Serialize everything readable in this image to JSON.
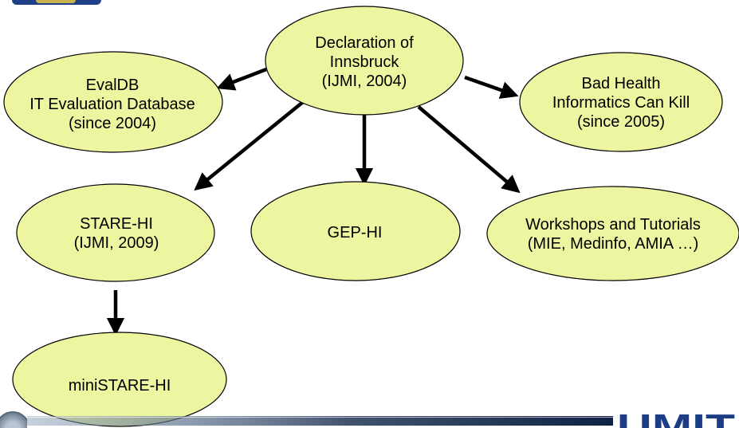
{
  "nodes": {
    "center": [
      "Declaration of",
      "Innsbruck",
      "(IJMI, 2004)"
    ],
    "evaldb": [
      "EvalDB",
      "IT Evaluation Database",
      "(since 2004)"
    ],
    "badhealth": [
      "Bad Health",
      "Informatics Can Kill",
      "(since 2005)"
    ],
    "stare": [
      "STARE-HI",
      "(IJMI, 2009)"
    ],
    "gep": [
      "GEP-HI"
    ],
    "workshops": [
      "Workshops and Tutorials",
      "(MIE, Medinfo, AMIA …)"
    ],
    "ministare": [
      "miniSTARE-HI"
    ]
  },
  "colors": {
    "node_fill": "#eef5a0",
    "node_stroke": "#000000",
    "arrow": "#000000"
  },
  "logo": {
    "text": "UMIT"
  }
}
